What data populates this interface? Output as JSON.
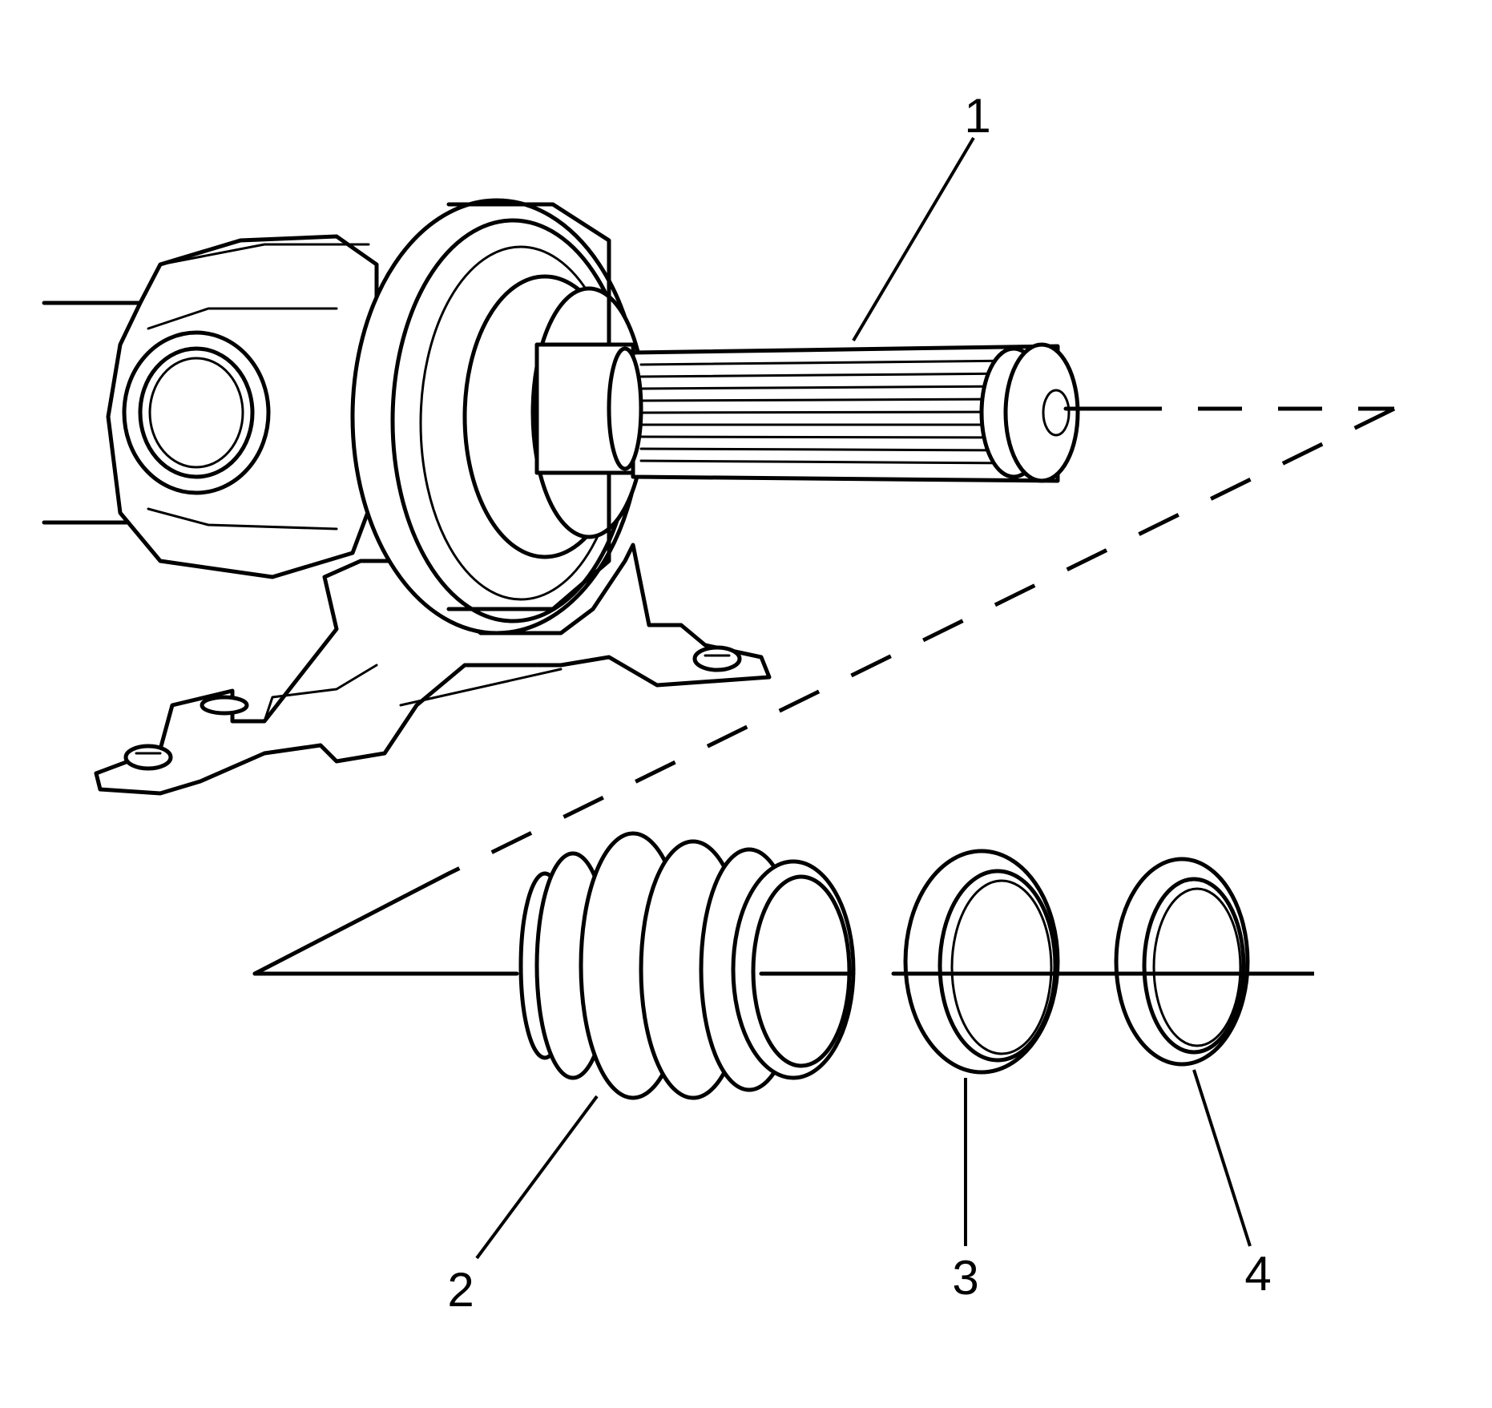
{
  "callouts": [
    {
      "id": "1",
      "text": "1",
      "part": "propeller-shaft-with-splined-end"
    },
    {
      "id": "2",
      "text": "2",
      "part": "boot"
    },
    {
      "id": "3",
      "text": "3",
      "part": "ring-3"
    },
    {
      "id": "4",
      "text": "4",
      "part": "ring-4"
    }
  ]
}
